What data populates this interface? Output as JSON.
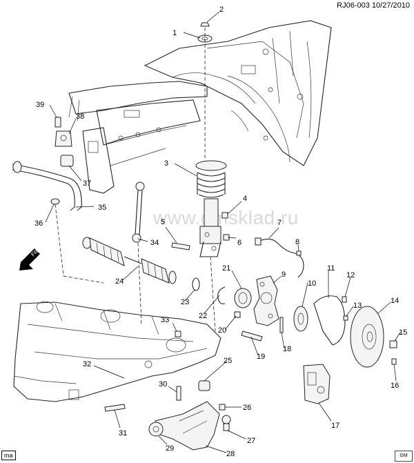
{
  "diagram": {
    "reference_code": "RJ06-003",
    "date": "10/27/2010",
    "watermark": "www.gmsklad.ru",
    "direction_label": "FRT",
    "corner_tag": "ma",
    "callouts": [
      "1",
      "2",
      "3",
      "4",
      "5",
      "6",
      "7",
      "8",
      "9",
      "10",
      "11",
      "12",
      "13",
      "14",
      "15",
      "16",
      "17",
      "18",
      "19",
      "20",
      "21",
      "22",
      "23",
      "24",
      "25",
      "26",
      "27",
      "28",
      "29",
      "30",
      "31",
      "32",
      "33",
      "34",
      "35",
      "36",
      "37",
      "38",
      "39"
    ]
  }
}
